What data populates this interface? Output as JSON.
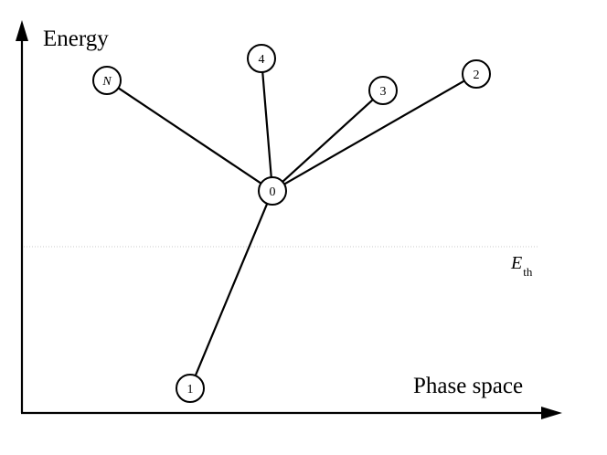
{
  "axes": {
    "y_label": "Energy",
    "x_label": "Phase space"
  },
  "threshold": {
    "symbol": "E",
    "subscript": "th"
  },
  "nodes": [
    {
      "id": "0",
      "label": "0",
      "italic": false
    },
    {
      "id": "1",
      "label": "1",
      "italic": false
    },
    {
      "id": "2",
      "label": "2",
      "italic": false
    },
    {
      "id": "3",
      "label": "3",
      "italic": false
    },
    {
      "id": "4",
      "label": "4",
      "italic": false
    },
    {
      "id": "N",
      "label": "N",
      "italic": true
    }
  ],
  "edges": [
    {
      "from": "0",
      "to": "1"
    },
    {
      "from": "0",
      "to": "2"
    },
    {
      "from": "0",
      "to": "3"
    },
    {
      "from": "0",
      "to": "4"
    },
    {
      "from": "0",
      "to": "N"
    }
  ]
}
